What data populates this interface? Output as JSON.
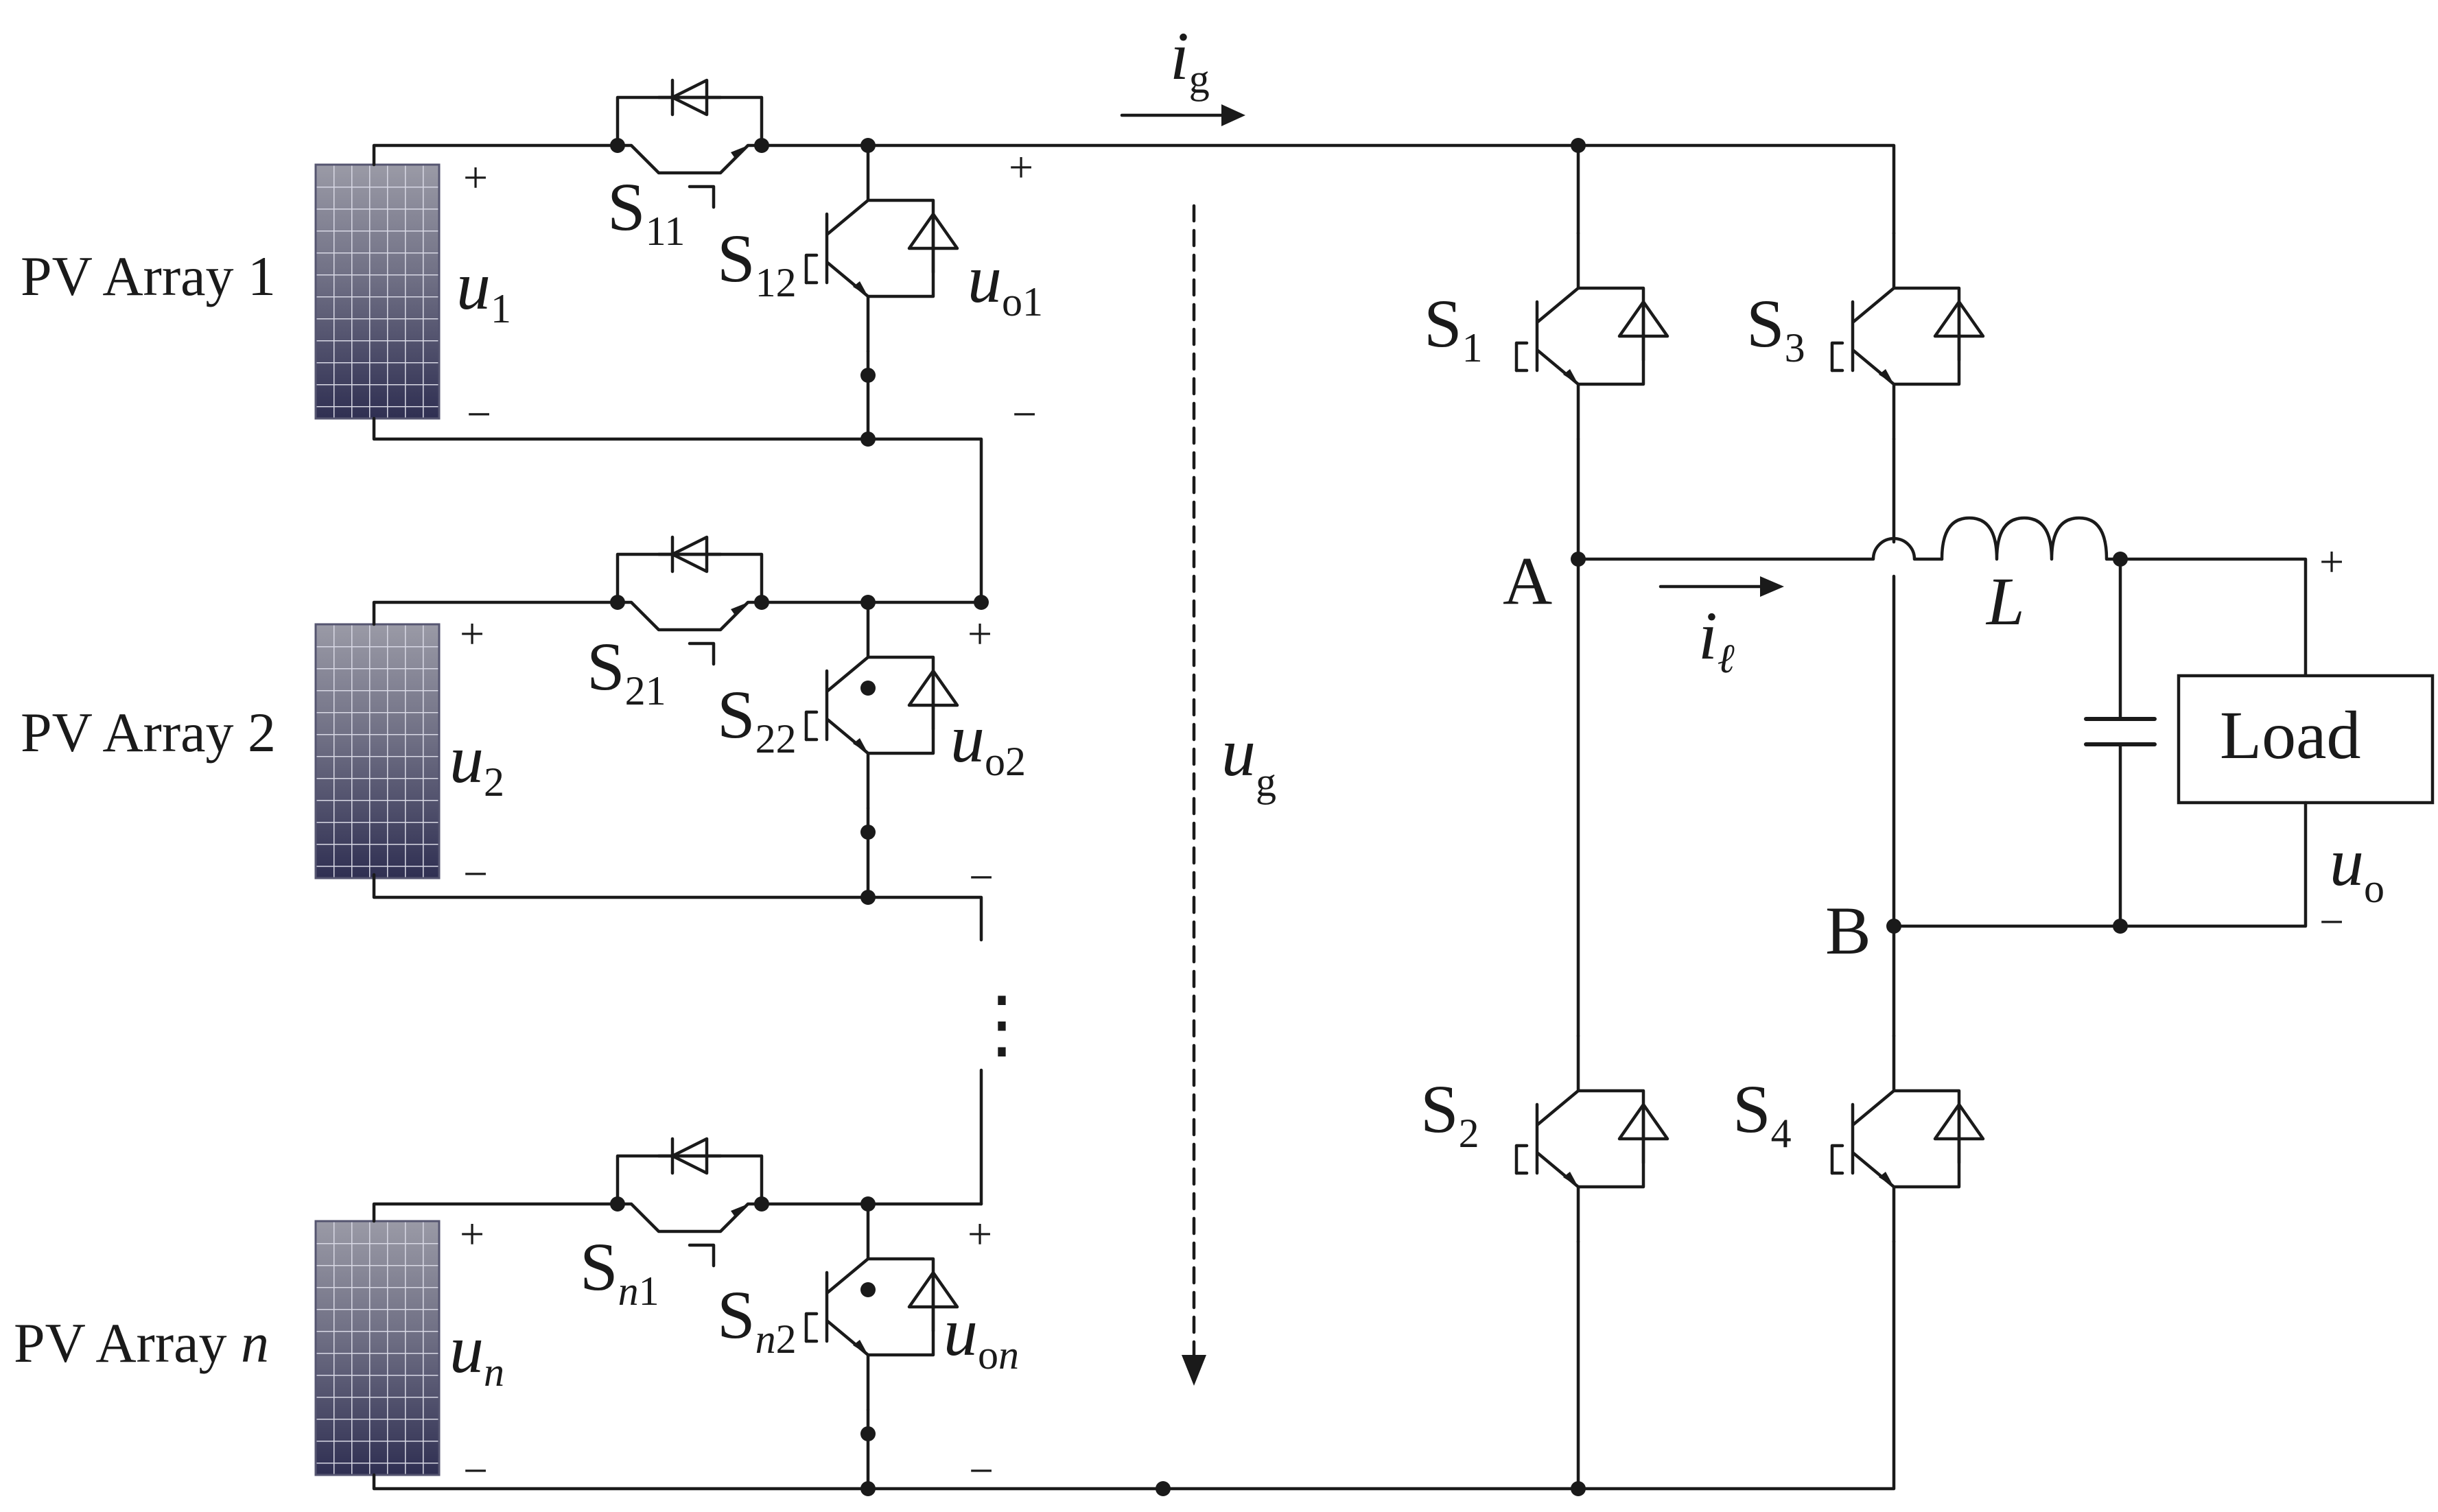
{
  "arrays": [
    {
      "name_main": "PV Array 1",
      "name_italic": "",
      "u": "u",
      "u_sub": "1",
      "s1": "S",
      "s1_sub": "11",
      "s1_sub_i": "",
      "s2": "S",
      "s2_sub": "12",
      "s2_sub_i": "",
      "uo": "u",
      "uo_sub": "o1",
      "uo_sub_i": ""
    },
    {
      "name_main": "PV Array 2",
      "name_italic": "",
      "u": "u",
      "u_sub": "2",
      "s1": "S",
      "s1_sub": "21",
      "s1_sub_i": "",
      "s2": "S",
      "s2_sub": "22",
      "s2_sub_i": "",
      "uo": "u",
      "uo_sub": "o2",
      "uo_sub_i": ""
    },
    {
      "name_main": "PV Array ",
      "name_italic": "n",
      "u": "u",
      "u_sub": "",
      "u_sub_i": "n",
      "s1": "S",
      "s1_sub": "1",
      "s1_sub_i": "n",
      "s2": "S",
      "s2_sub": "2",
      "s2_sub_i": "n",
      "uo": "u",
      "uo_sub": "o",
      "uo_sub_i": "n"
    }
  ],
  "signs": {
    "plus": "+",
    "minus": "−"
  },
  "ellipsis": "⋮",
  "grid_current": {
    "sym": "i",
    "sub": "g"
  },
  "grid_voltage": {
    "sym": "u",
    "sub": "g"
  },
  "bridge": {
    "switches": [
      {
        "sym": "S",
        "sub": "1"
      },
      {
        "sym": "S",
        "sub": "3"
      },
      {
        "sym": "S",
        "sub": "2"
      },
      {
        "sym": "S",
        "sub": "4"
      }
    ],
    "node_a": "A",
    "node_b": "B",
    "inductor_current": {
      "sym": "i",
      "sub": "ℓ"
    },
    "inductor": "L",
    "load": "Load",
    "output_voltage": {
      "sym": "u",
      "sub": "o"
    }
  }
}
